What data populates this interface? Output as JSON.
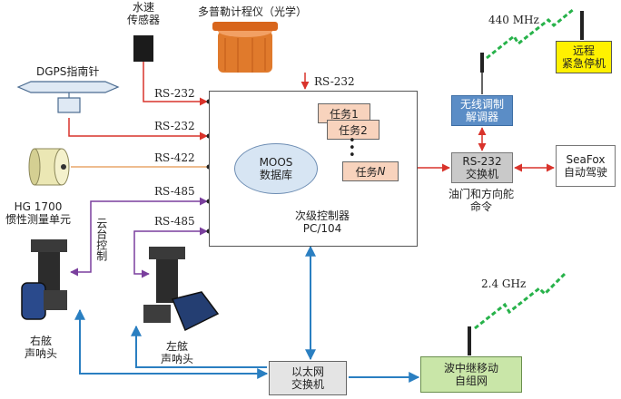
{
  "main": {
    "moos_line1": "MOOS",
    "moos_line2": "数据库",
    "tasks": [
      "任务1",
      "任务2",
      "任务"
    ],
    "task_n_suffix": "N",
    "controller_line1": "次级控制器",
    "controller_line2": "PC/104"
  },
  "sensors": {
    "water_speed_line1": "水速",
    "water_speed_line2": "传感器",
    "doppler": "多普勒计程仪（光学）",
    "dgps": "DGPS指南针",
    "imu_line1": "HG 1700",
    "imu_line2": "惯性测量单元",
    "right_sonar_line1": "右舷",
    "right_sonar_line2": "声呐头",
    "left_sonar_line1": "左舷",
    "left_sonar_line2": "声呐头",
    "pan_tilt_control": "云台控制"
  },
  "links": {
    "rs232_doppler": "RS-232",
    "rs232_water": "RS-232",
    "rs232_dgps": "RS-232",
    "rs422_imu": "RS-422",
    "rs485_a": "RS-485",
    "rs485_b": "RS-485"
  },
  "right_side": {
    "radio_freq": "440 MHz",
    "estop_line1": "远程",
    "estop_line2": "紧急停机",
    "radio_line1": "无线调制",
    "radio_line2": "解调器",
    "switch_line1": "RS-232",
    "switch_line2": "交换机",
    "seafox_line1": "SeaFox",
    "seafox_line2": "自动驾驶",
    "throttle_line1": "油门和方向舵",
    "throttle_line2": "命令"
  },
  "bottom": {
    "eth_line1": "以太网",
    "eth_line2": "交换机",
    "mesh_freq": "2.4 GHz",
    "mesh_line1": "波中继移动",
    "mesh_line2": "自组网"
  },
  "colors": {
    "red_link": "#d9332b",
    "orange_link": "#e8a66a",
    "purple_link": "#7a3f9d",
    "blue_link": "#2a7fc1",
    "green_signal": "#27b24a"
  }
}
